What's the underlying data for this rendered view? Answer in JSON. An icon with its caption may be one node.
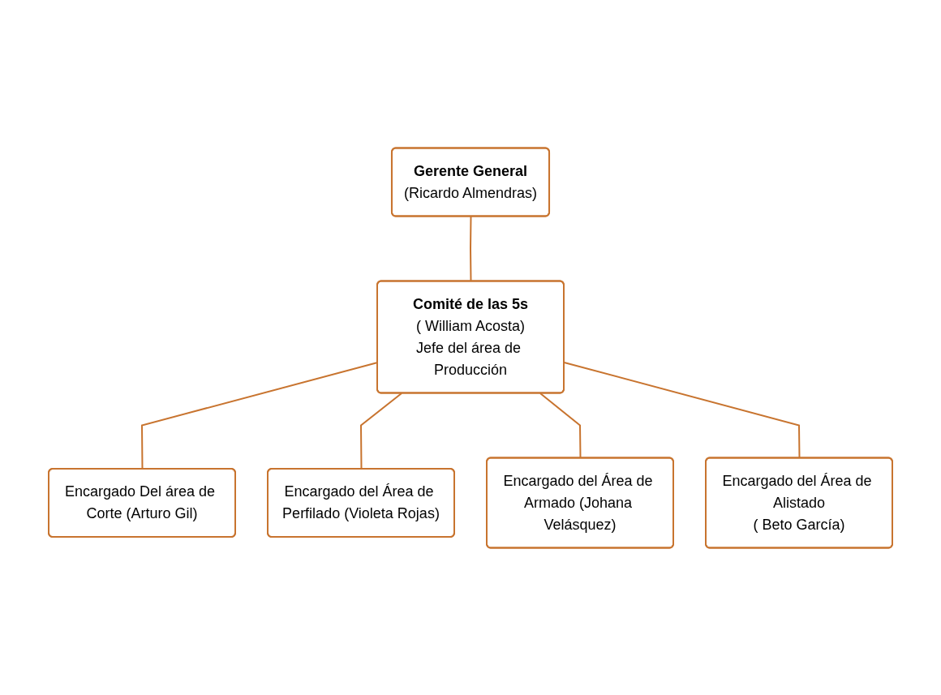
{
  "diagram": {
    "nodes": [
      {
        "text": [
          "Gerente General",
          "(Ricardo Almendras)"
        ]
      },
      {
        "text": [
          "Comité de las 5s",
          "( William Acosta)",
          "Jefe del área de Producción"
        ]
      },
      {
        "text": [
          "Encargado Del área de Corte (Arturo Gil)"
        ]
      },
      {
        "text": [
          "Encargado del Área de Alistado",
          "( Beto García)"
        ]
      },
      {
        "text": [
          "Encargado del Área de Perfilado (Violeta Rojas)"
        ]
      },
      {
        "text": [
          "Encargado del Área de Armado (Johana Velásquez)"
        ]
      }
    ],
    "edges": [
      {
        "from": 0,
        "to": 1,
        "arrow": "none"
      },
      {
        "from": 1,
        "to": 2,
        "arrow": "none"
      },
      {
        "from": 1,
        "to": 4,
        "arrow": "none"
      },
      {
        "from": 1,
        "to": 5,
        "arrow": "none"
      },
      {
        "from": 1,
        "to": 3,
        "arrow": "none"
      }
    ]
  }
}
